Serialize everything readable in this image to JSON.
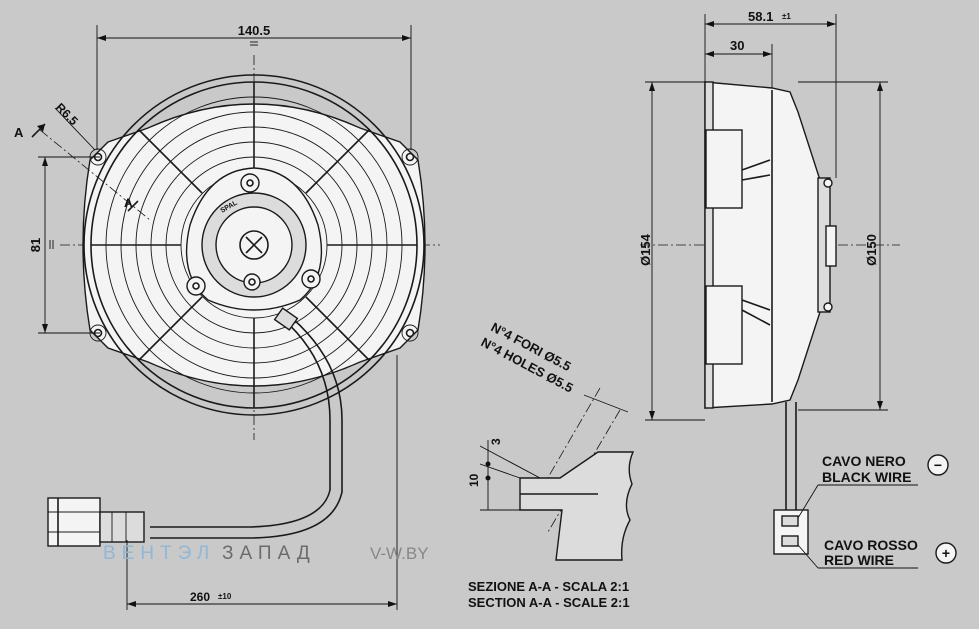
{
  "dimensions": {
    "width_top": "140.5",
    "radius": "R6.5",
    "holes_spacing": "81",
    "cable_length": "260",
    "cable_tol": "±10",
    "depth_total": "58.1",
    "depth_tol": "±1",
    "depth_partial": "30",
    "diameter_outer": "Ø154",
    "diameter_inner": "Ø150",
    "flange_thickness": "3",
    "section_height": "10"
  },
  "section_marks": {
    "a1": "A",
    "a2": "A"
  },
  "holes_note": {
    "it": "N°4 FORI Ø5.5",
    "en": "N°4 HOLES Ø5.5"
  },
  "section_caption": {
    "it": "SEZIONE A-A - SCALA 2:1",
    "en": "SECTION A-A - SCALE 2:1"
  },
  "wires": {
    "black_it": "CAVO NERO",
    "black_en": "BLACK WIRE",
    "black_sign": "−",
    "red_it": "CAVO ROSSO",
    "red_en": "RED WIRE",
    "red_sign": "+"
  },
  "hub": {
    "brand": "SPAL"
  },
  "watermark": {
    "part1": "ВЕНТЭЛ",
    "part2": "ЗАПАД",
    "site": "V-W.BY"
  },
  "colors": {
    "background": "#c9c9c9",
    "line": "#1a1a1a",
    "watermark_blue": "#8fb8d8"
  }
}
